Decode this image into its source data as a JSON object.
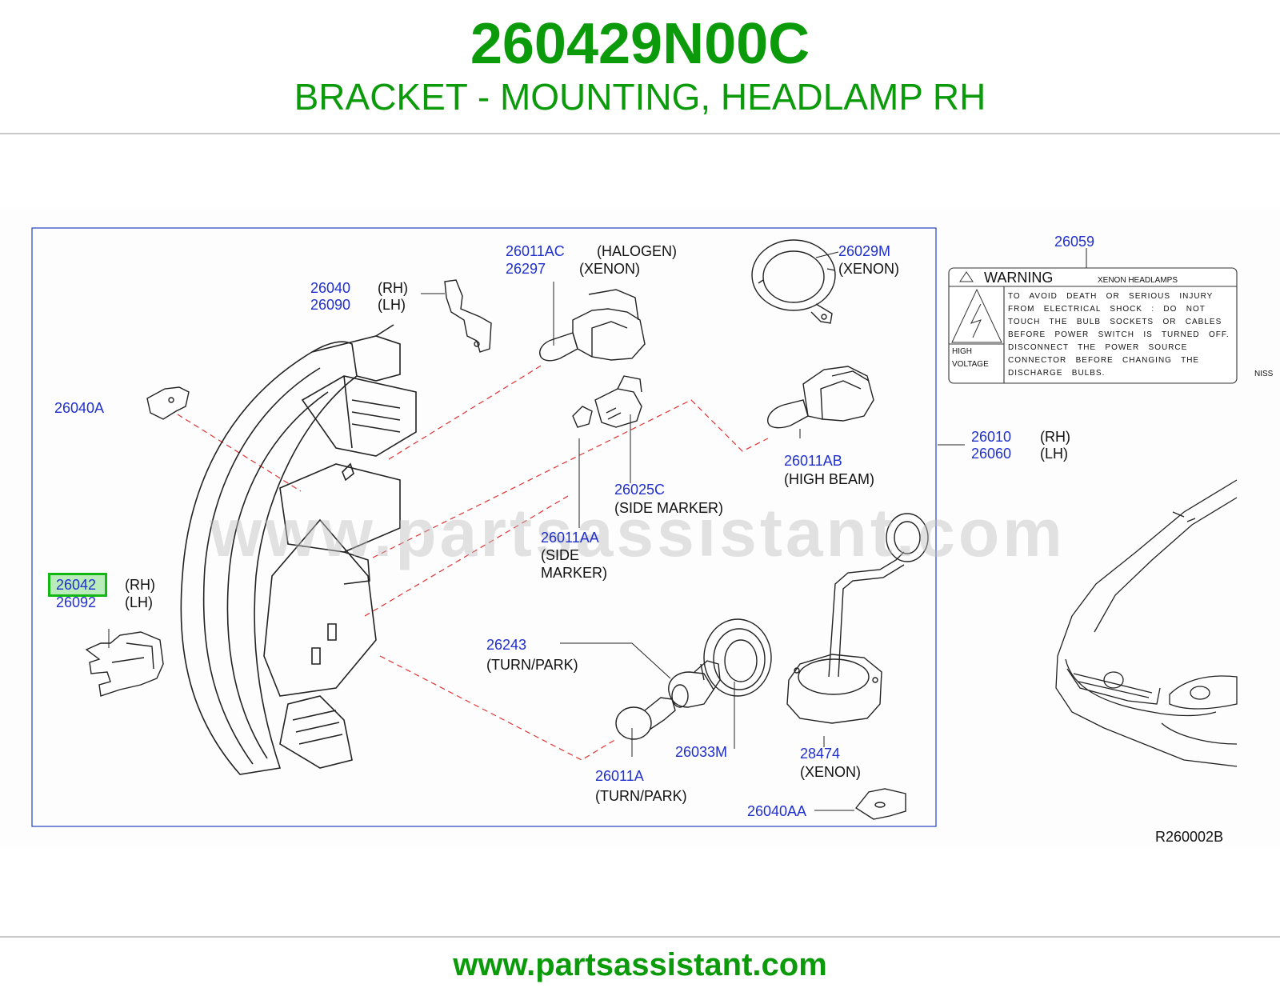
{
  "header": {
    "part_number": "260429N00C",
    "description": "BRACKET - MOUNTING, HEADLAMP RH"
  },
  "diagram": {
    "callouts": {
      "c26011AC": "26011AC",
      "c26011AC_note": "(HALOGEN)",
      "c26297": "26297",
      "c26297_note": "(XENON)",
      "c26029M": "26029M",
      "c26029M_note": "(XENON)",
      "c26059": "26059",
      "c26040": "26040",
      "c26040_note": "(RH)",
      "c26090": "26090",
      "c26090_note": "(LH)",
      "c26040A": "26040A",
      "c26010": "26010",
      "c26010_note": "(RH)",
      "c26060": "26060",
      "c26060_note": "(LH)",
      "c26011AB": "26011AB",
      "c26011AB_note": "(HIGH   BEAM)",
      "c26025C": "26025C",
      "c26025C_note": "(SIDE   MARKER)",
      "c26011AA": "26011AA",
      "c26011AA_note1": "(SIDE",
      "c26011AA_note2": "MARKER)",
      "c26042": "26042",
      "c26042_note": "(RH)",
      "c26092": "26092",
      "c26092_note": "(LH)",
      "c26243": "26243",
      "c26243_note": "(TURN/PARK)",
      "c26033M": "26033M",
      "c28474": "28474",
      "c28474_note": "(XENON)",
      "c26011A": "26011A",
      "c26011A_note": "(TURN/PARK)",
      "c26040AA": "26040AA"
    },
    "warning_label": {
      "title": "WARNING",
      "subtitle": "XENON   HEADLAMPS",
      "hv1": "HIGH",
      "hv2": "VOLTAGE",
      "body": "TO   AVOID   DEATH   OR   SERIOUS   INJURY\nFROM   ELECTRICAL   SHOCK   :   DO   NOT\nTOUCH   THE   BULB   SOCKETS   OR   CABLES\nBEFORE   POWER   SWITCH   IS   TURNED   OFF.\nDISCONNECT   THE   POWER   SOURCE\nCONNECTOR   BEFORE   CHANGING   THE\nDISCHARGE   BULBS.",
      "brand_fragment": "NISS"
    },
    "ref_code": "R260002B",
    "watermark": "www.partsassistant.com",
    "highlighted_part": "26042"
  },
  "footer": {
    "url": "www.partsassistant.com"
  },
  "colors": {
    "brand_green": "#0a9a0a",
    "callout_blue": "#1f2fd0",
    "leader_red": "#e03030",
    "highlight_green": "#14b814"
  }
}
